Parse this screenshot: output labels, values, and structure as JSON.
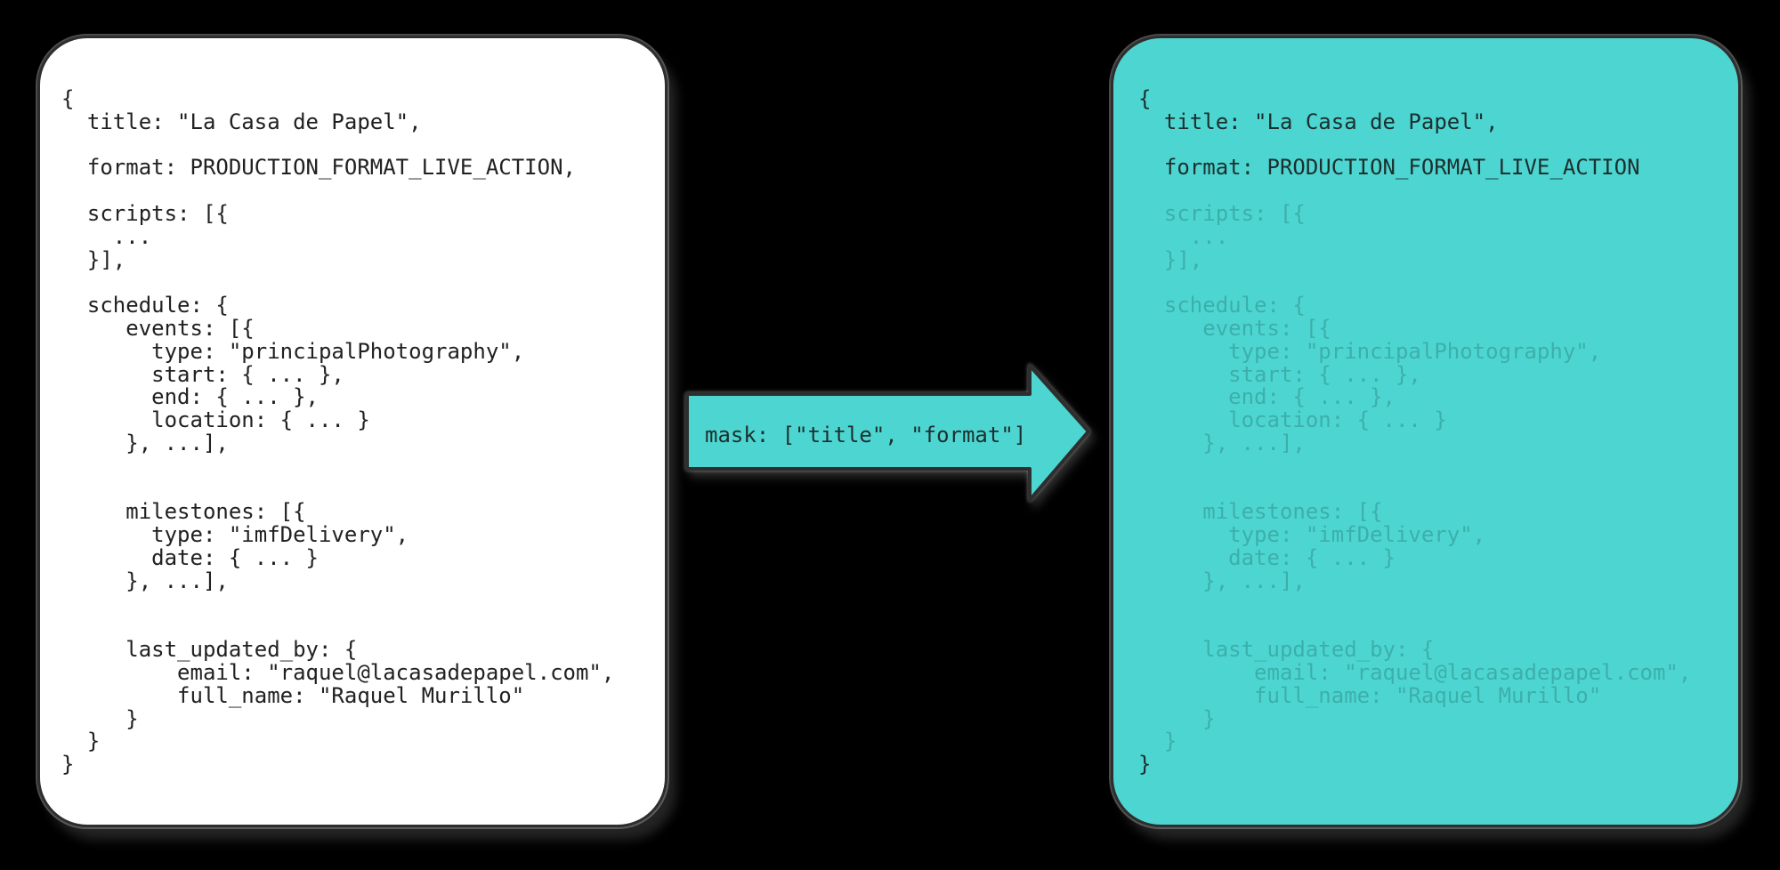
{
  "arrow": {
    "label": "mask: [\"title\", \"format\"]"
  },
  "colors": {
    "background": "#000000",
    "panel_left_bg": "#ffffff",
    "panel_right_bg": "#4dd6d1",
    "arrow_fill": "#4dd6d1",
    "outline": "#2e2e2e",
    "code_dark": "#212121",
    "code_dark_on_teal": "#1d2f2e",
    "code_masked": "#3dafab"
  },
  "code_lines": [
    {
      "left": "{",
      "masked": false
    },
    {
      "left": "  title: \"La Casa de Papel\",",
      "masked": false
    },
    {
      "left": "",
      "masked": false
    },
    {
      "left": "  format: PRODUCTION_FORMAT_LIVE_ACTION,",
      "right": "  format: PRODUCTION_FORMAT_LIVE_ACTION",
      "masked": false
    },
    {
      "left": "",
      "masked": false
    },
    {
      "left": "  scripts: [{",
      "masked": true
    },
    {
      "left": "    ...",
      "masked": true
    },
    {
      "left": "  }],",
      "masked": true
    },
    {
      "left": "",
      "masked": true
    },
    {
      "left": "  schedule: {",
      "masked": true
    },
    {
      "left": "     events: [{",
      "masked": true
    },
    {
      "left": "       type: \"principalPhotography\",",
      "masked": true
    },
    {
      "left": "       start: { ... },",
      "masked": true
    },
    {
      "left": "       end: { ... },",
      "masked": true
    },
    {
      "left": "       location: { ... }",
      "masked": true
    },
    {
      "left": "     }, ...],",
      "masked": true
    },
    {
      "left": "",
      "masked": true
    },
    {
      "left": "",
      "masked": true
    },
    {
      "left": "     milestones: [{",
      "masked": true
    },
    {
      "left": "       type: \"imfDelivery\",",
      "masked": true
    },
    {
      "left": "       date: { ... }",
      "masked": true
    },
    {
      "left": "     }, ...],",
      "masked": true
    },
    {
      "left": "",
      "masked": true
    },
    {
      "left": "",
      "masked": true
    },
    {
      "left": "     last_updated_by: {",
      "masked": true
    },
    {
      "left": "         email: \"raquel@lacasadepapel.com\",",
      "masked": true
    },
    {
      "left": "         full_name: \"Raquel Murillo\"",
      "masked": true
    },
    {
      "left": "     }",
      "masked": true
    },
    {
      "left": "  }",
      "masked": true
    },
    {
      "left": "}",
      "masked": false
    }
  ]
}
